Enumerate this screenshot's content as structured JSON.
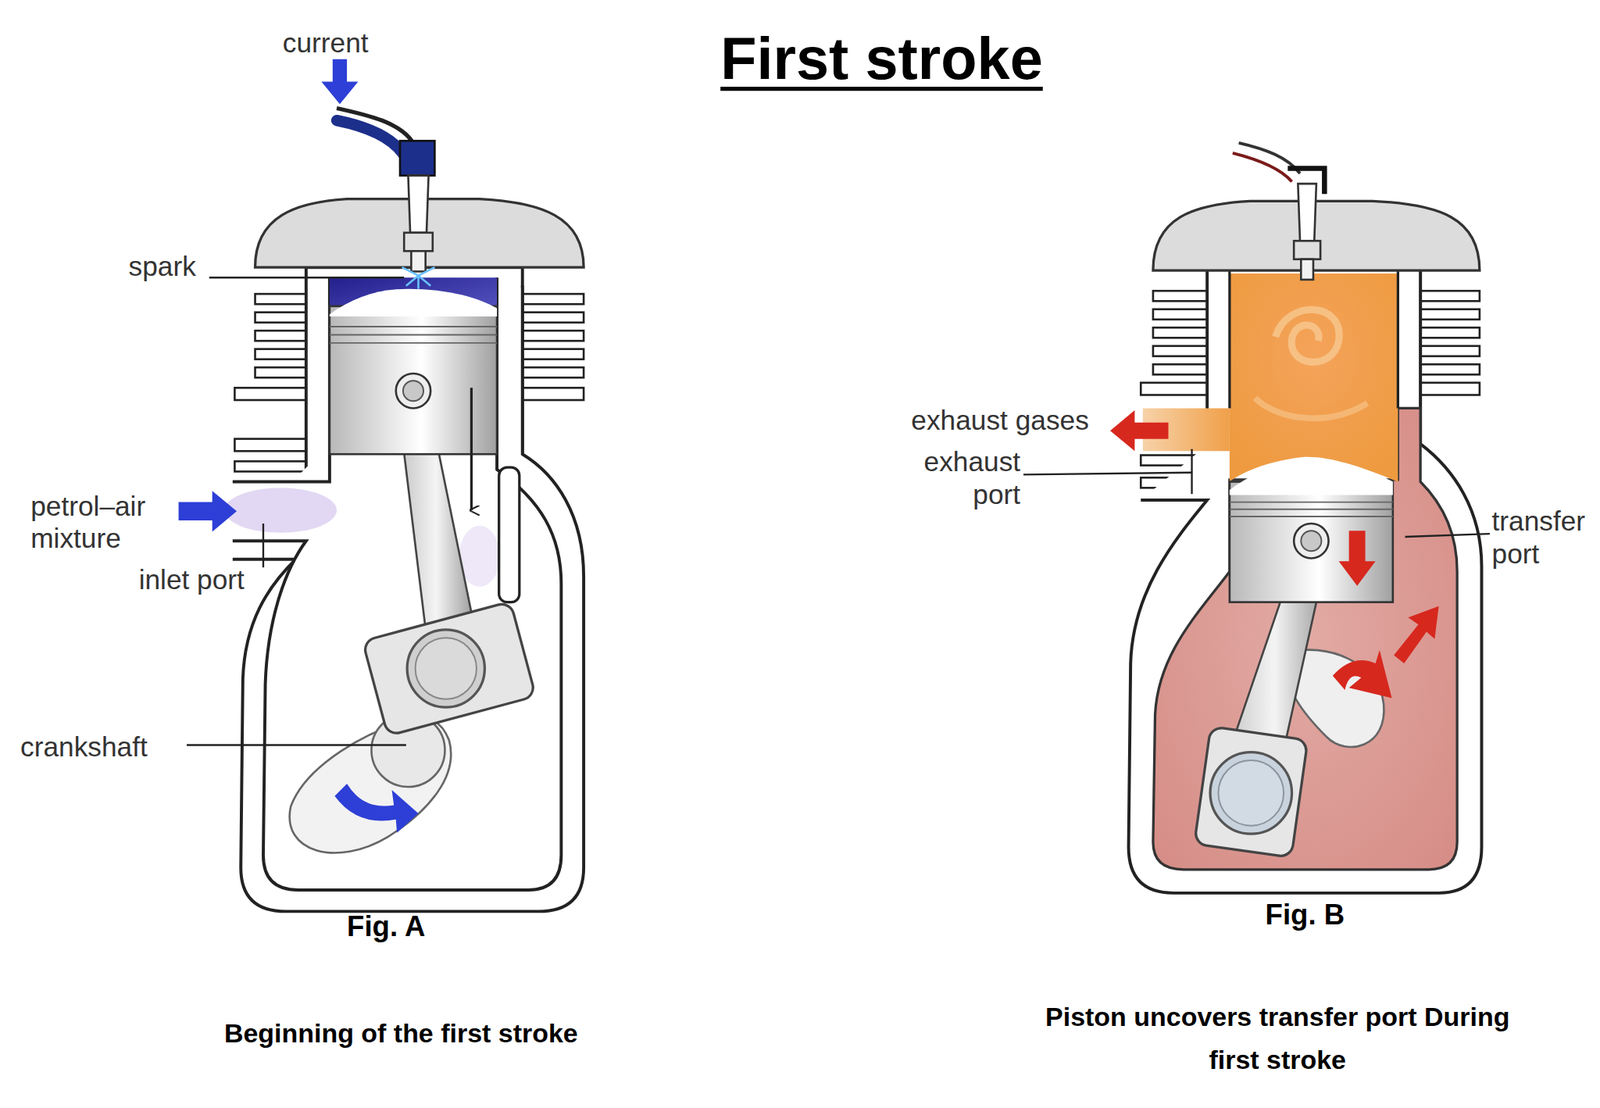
{
  "diagram": {
    "title": "First stroke",
    "labels": [
      "current",
      "spark",
      "petrol–air mixture",
      "inlet port",
      "crankshaft",
      "Fig. A",
      "Beginning of the first stroke",
      "exhaust gases",
      "exhaust port",
      "transfer port",
      "Fig. B",
      "Piston uncovers transfer port During first stroke"
    ]
  }
}
